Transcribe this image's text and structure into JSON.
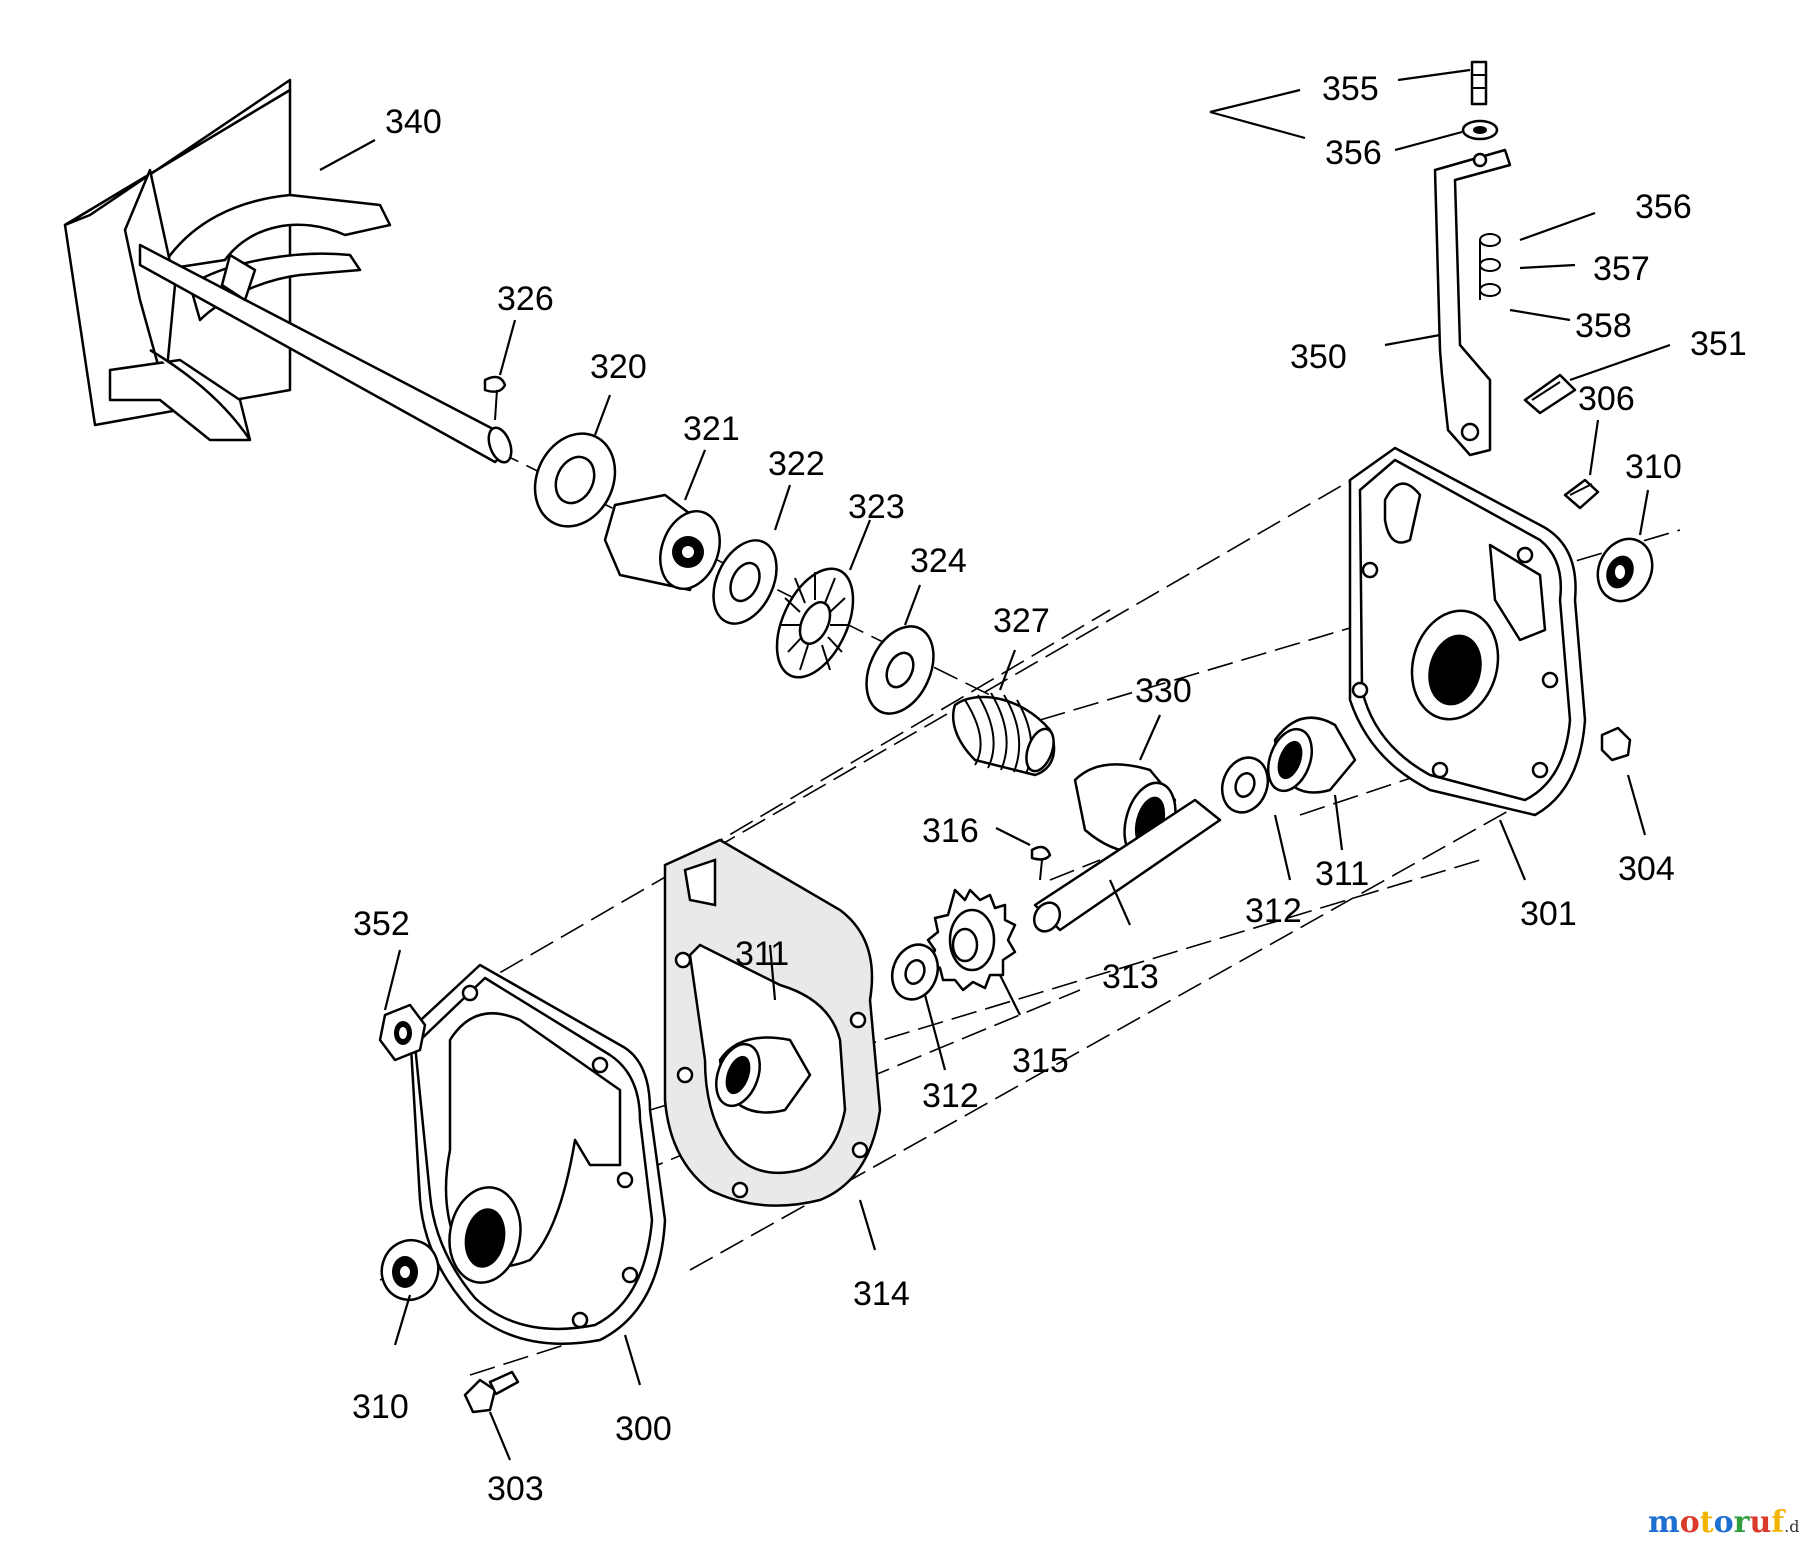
{
  "callouts": {
    "c300": "300",
    "c301": "301",
    "c303": "303",
    "c304": "304",
    "c306": "306",
    "c310a": "310",
    "c310b": "310",
    "c311a": "311",
    "c311b": "311",
    "c312a": "312",
    "c312b": "312",
    "c313": "313",
    "c314": "314",
    "c315": "315",
    "c316": "316",
    "c320": "320",
    "c321": "321",
    "c322": "322",
    "c323": "323",
    "c324": "324",
    "c326": "326",
    "c327": "327",
    "c330": "330",
    "c340": "340",
    "c350": "350",
    "c351": "351",
    "c352": "352",
    "c355": "355",
    "c356a": "356",
    "c356b": "356",
    "c357": "357",
    "c358": "358"
  },
  "watermark": {
    "brand": "motoruf",
    "tld": ".de",
    "colors": [
      "#1f6fd1",
      "#d93a2b",
      "#f2b400",
      "#1f6fd1",
      "#2e9e3e",
      "#d93a2b",
      "#f2b400"
    ]
  }
}
